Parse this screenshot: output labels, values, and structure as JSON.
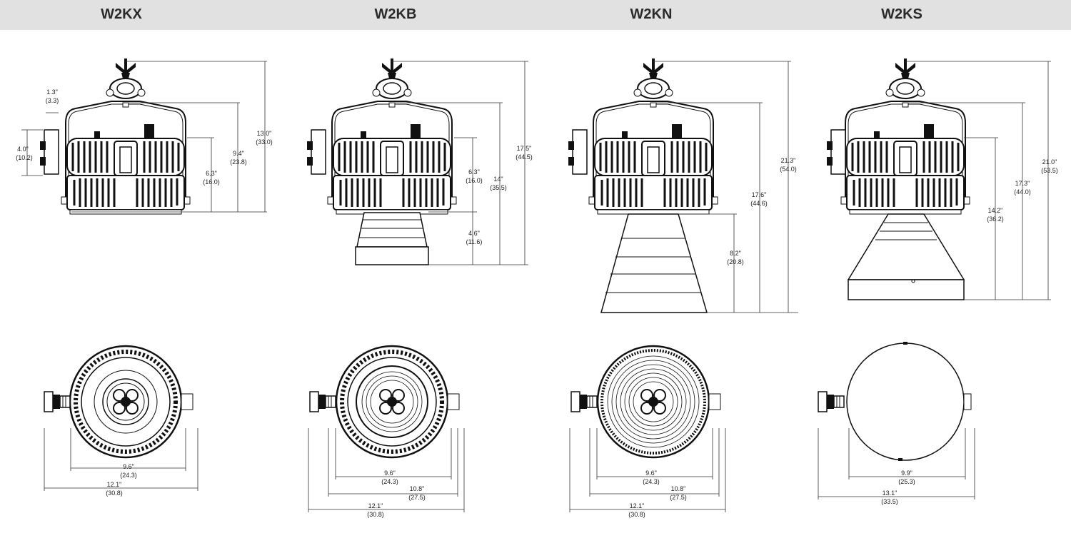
{
  "models": [
    {
      "id": "W2KX",
      "title": "W2KX",
      "side_dims": {
        "top_offset": {
          "in": "1.3\"",
          "cm": "(3.3)"
        },
        "side_panel": {
          "in": "4.0\"",
          "cm": "(10.2)"
        },
        "head": {
          "in": "6.3\"",
          "cm": "(16.0)"
        },
        "yoke": {
          "in": "9.4\"",
          "cm": "(23.8)"
        },
        "overall": {
          "in": "13.0\"",
          "cm": "(33.0)"
        }
      },
      "front_dims": {
        "inner": {
          "in": "9.6\"",
          "cm": "(24.3)"
        },
        "outer": {
          "in": "12.1\"",
          "cm": "(30.8)"
        }
      }
    },
    {
      "id": "W2KB",
      "title": "W2KB",
      "side_dims": {
        "head": {
          "in": "6.3\"",
          "cm": "(16.0)"
        },
        "snoot": {
          "in": "4.6\"",
          "cm": "(11.6)"
        },
        "yoke": {
          "in": "14\"",
          "cm": "(35.5)"
        },
        "overall": {
          "in": "17.5\"",
          "cm": "(44.5)"
        }
      },
      "front_dims": {
        "inner": {
          "in": "9.6\"",
          "cm": "(24.3)"
        },
        "middle": {
          "in": "10.8\"",
          "cm": "(27.5)"
        },
        "outer": {
          "in": "12.1\"",
          "cm": "(30.8)"
        }
      }
    },
    {
      "id": "W2KN",
      "title": "W2KN",
      "side_dims": {
        "snoot": {
          "in": "8.2\"",
          "cm": "(20.8)"
        },
        "yoke": {
          "in": "17.6\"",
          "cm": "(44.6)"
        },
        "overall": {
          "in": "21.3\"",
          "cm": "(54.0)"
        }
      },
      "front_dims": {
        "inner": {
          "in": "9.6\"",
          "cm": "(24.3)"
        },
        "middle": {
          "in": "10.8\"",
          "cm": "(27.5)"
        },
        "outer": {
          "in": "12.1\"",
          "cm": "(30.8)"
        }
      }
    },
    {
      "id": "W2KS",
      "title": "W2KS",
      "side_dims": {
        "snoot": {
          "in": "14.2\"",
          "cm": "(36.2)"
        },
        "yoke": {
          "in": "17.3\"",
          "cm": "(44.0)"
        },
        "overall": {
          "in": "21.0\"",
          "cm": "(53.5)"
        }
      },
      "front_dims": {
        "inner": {
          "in": "9.9\"",
          "cm": "(25.3)"
        },
        "outer": {
          "in": "13.1\"",
          "cm": "(33.5)"
        }
      }
    }
  ]
}
